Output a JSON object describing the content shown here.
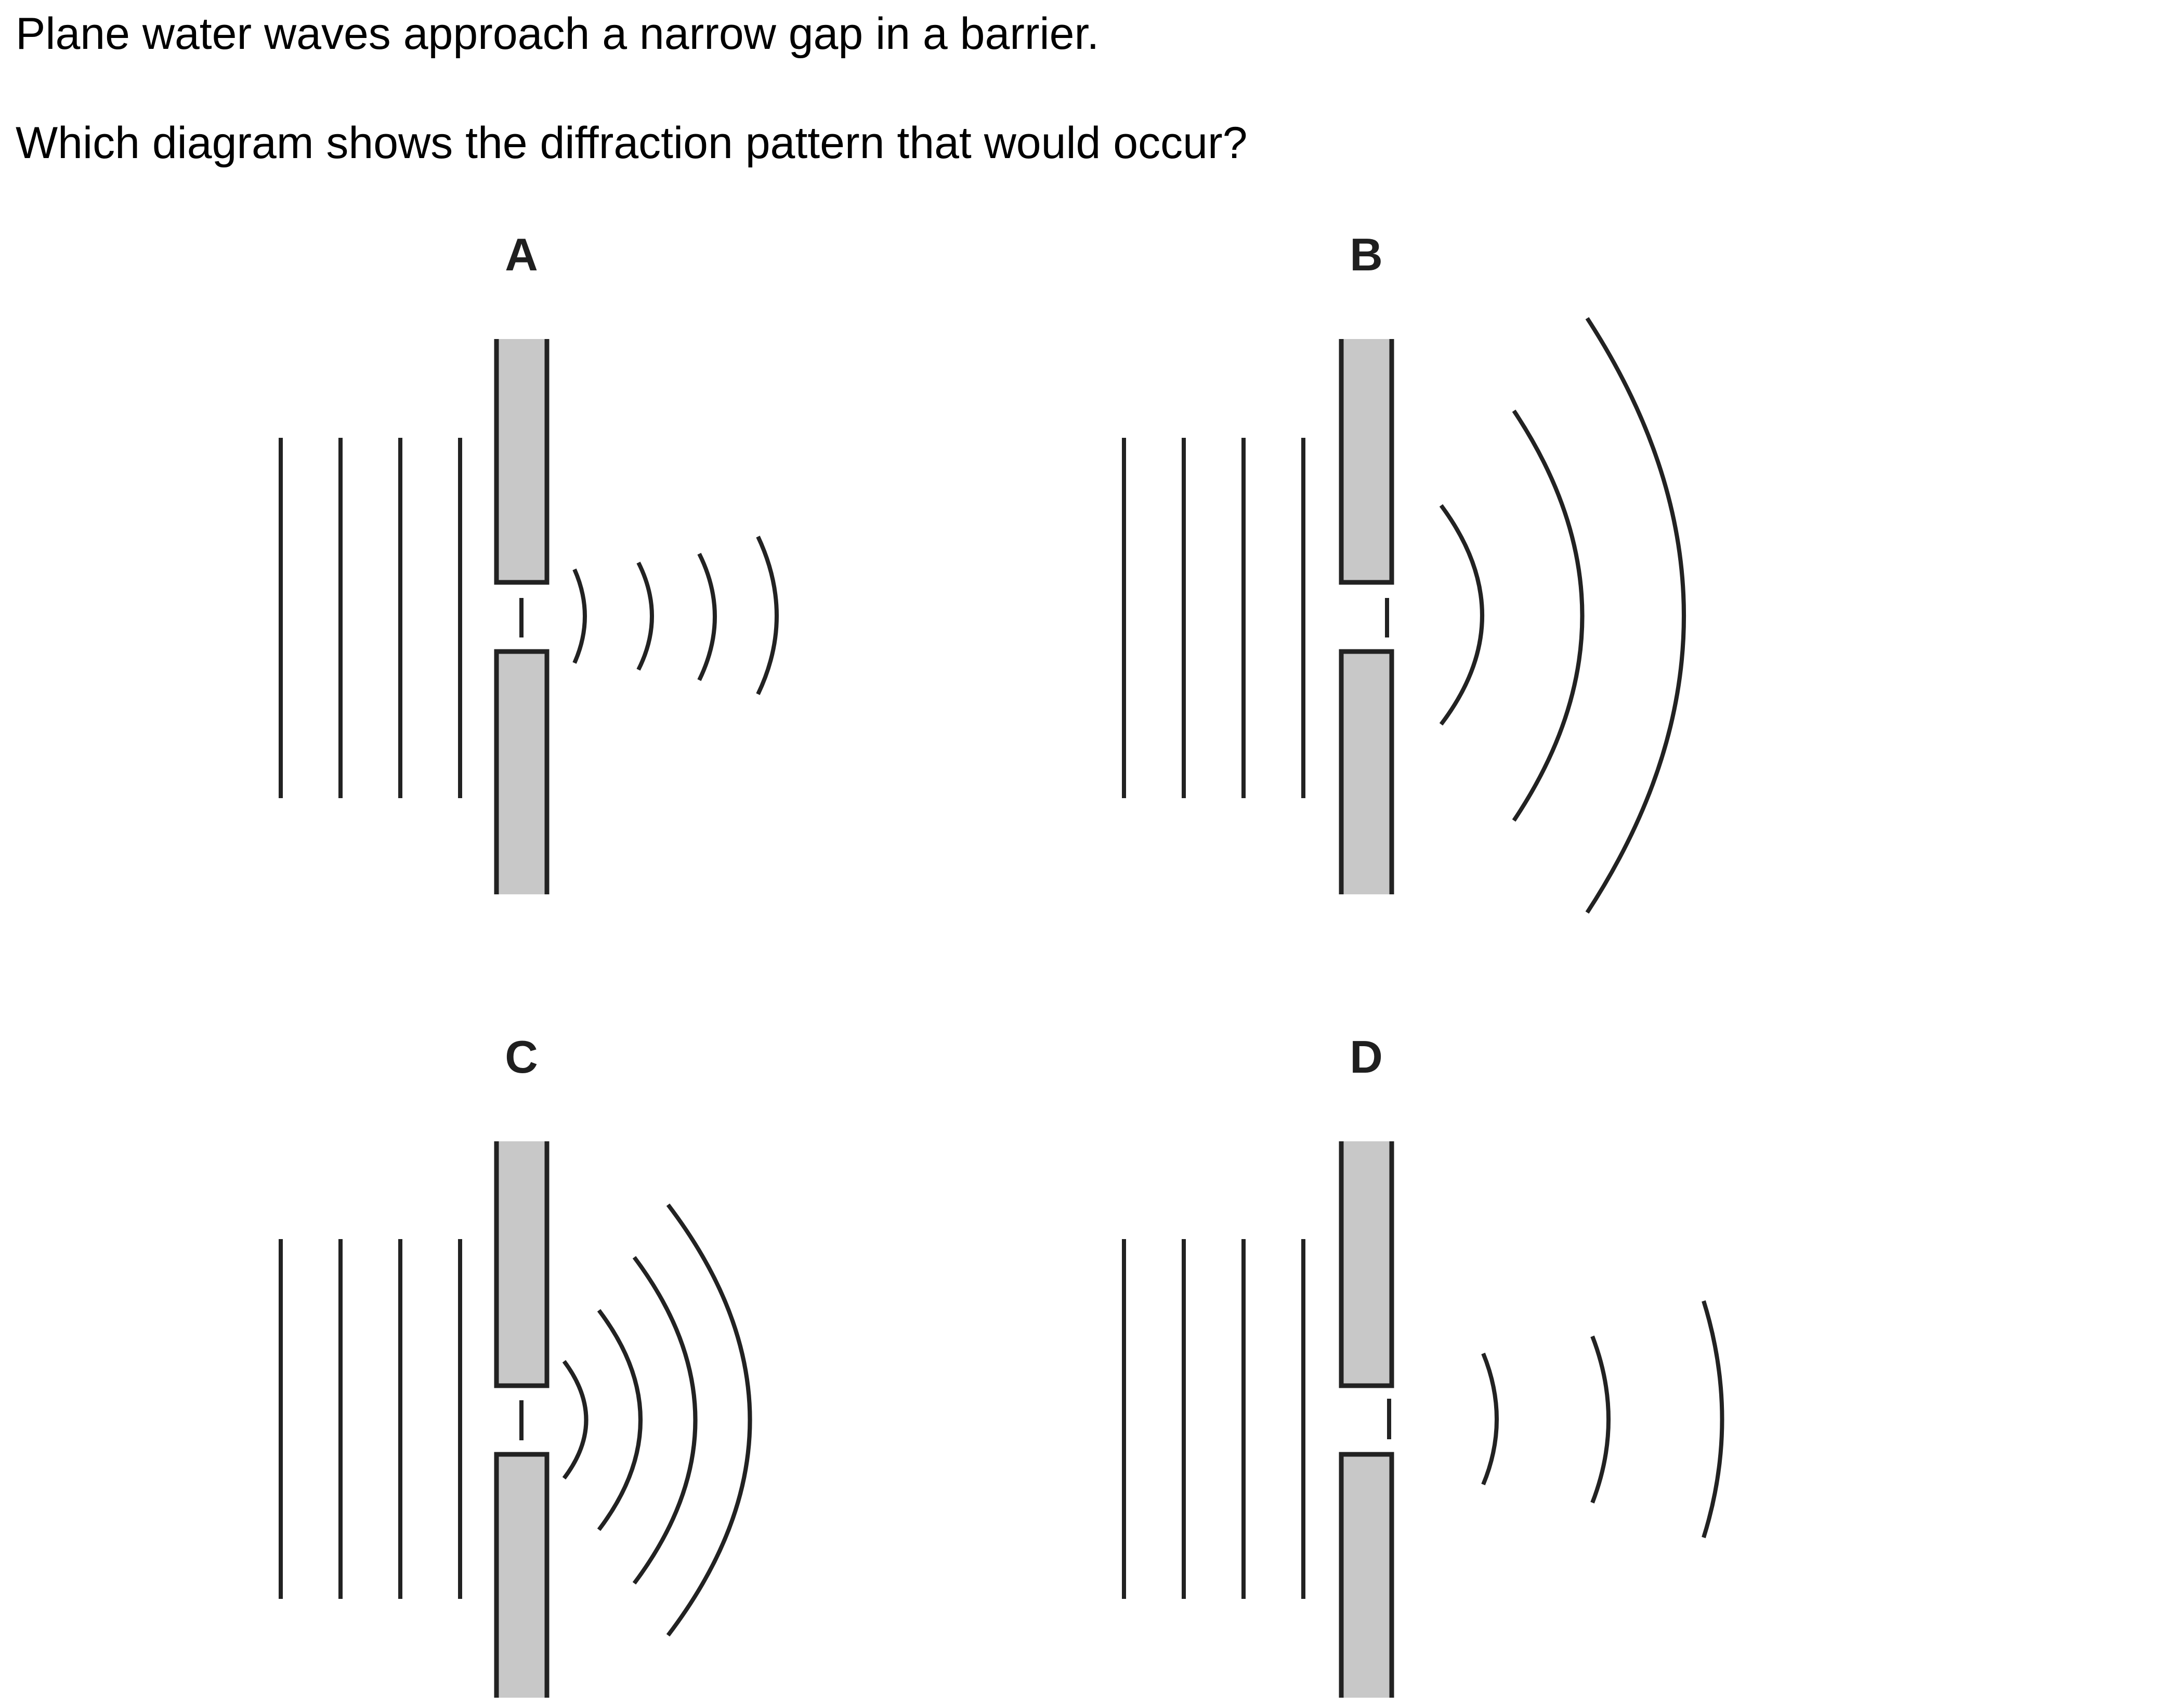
{
  "question": {
    "line1": "Plane water waves approach a narrow gap in a barrier.",
    "line2": "Which diagram shows the diffraction pattern that would occur?"
  },
  "options": [
    {
      "label": "A",
      "arcs": "small",
      "arc_count": 4
    },
    {
      "label": "B",
      "arcs": "large",
      "arc_count": 3
    },
    {
      "label": "C",
      "arcs": "medium",
      "arc_count": 4
    },
    {
      "label": "D",
      "arcs": "small-detached",
      "arc_count": 3
    }
  ],
  "colors": {
    "barrier_fill": "#c8c8c8",
    "line": "#222222",
    "text": "#000000"
  }
}
